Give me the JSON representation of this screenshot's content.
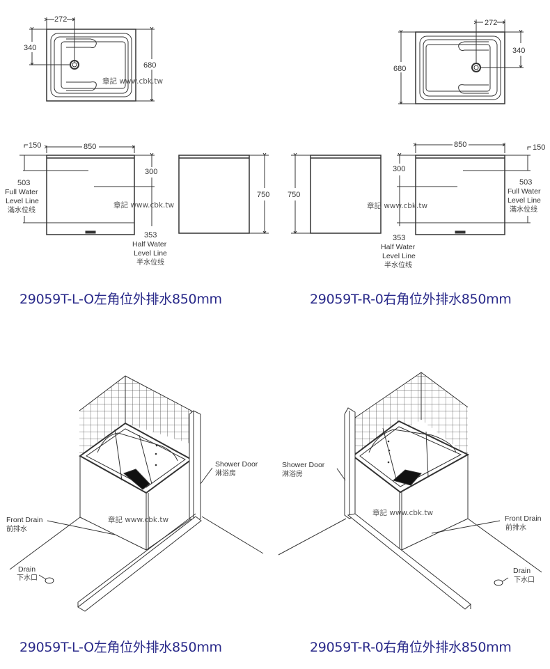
{
  "watermark": "章記 www.cbk.tw",
  "colors": {
    "caption": "#2a2a8a",
    "line": "#333333",
    "drain_fill": "#111111"
  },
  "left_model": {
    "caption_top": "29059T-L-O左角位外排水850mm",
    "caption_bottom": "29059T-L-O左角位外排水850mm",
    "plan": {
      "drain_offset": "272",
      "drain_y": "340",
      "depth": "680"
    },
    "front": {
      "top_offset": "150",
      "width": "850",
      "full_level": "503",
      "full_label_en1": "Full Water",
      "full_label_en2": "Level Line",
      "full_label_cn": "滿水位线",
      "half_upper": "300",
      "half_level": "353",
      "half_label_en1": "Half Water",
      "half_label_en2": "Level Line",
      "half_label_cn": "半水位线"
    },
    "side": {
      "height": "750"
    },
    "iso": {
      "shower_door_en": "Shower Door",
      "shower_door_cn": "淋浴房",
      "front_drain_en": "Front Drain",
      "front_drain_cn": "前排水",
      "drain_en": "Drain",
      "drain_cn": "下水口"
    }
  },
  "right_model": {
    "caption_top": "29059T-R-0右角位外排水850mm",
    "caption_bottom": "29059T-R-0右角位外排水850mm",
    "plan": {
      "drain_offset": "272",
      "drain_y": "340",
      "depth": "680"
    },
    "front": {
      "top_offset": "150",
      "width": "850",
      "full_level": "503",
      "full_label_en1": "Full Water",
      "full_label_en2": "Level Line",
      "full_label_cn": "滿水位线",
      "half_upper": "300",
      "half_level": "353",
      "half_label_en1": "Half Water",
      "half_label_en2": "Level Line",
      "half_label_cn": "半水位线"
    },
    "side": {
      "height": "750"
    },
    "iso": {
      "shower_door_en": "Shower Door",
      "shower_door_cn": "淋浴房",
      "front_drain_en": "Front Drain",
      "front_drain_cn": "前排水",
      "drain_en": "Drain",
      "drain_cn": "下水口"
    }
  }
}
